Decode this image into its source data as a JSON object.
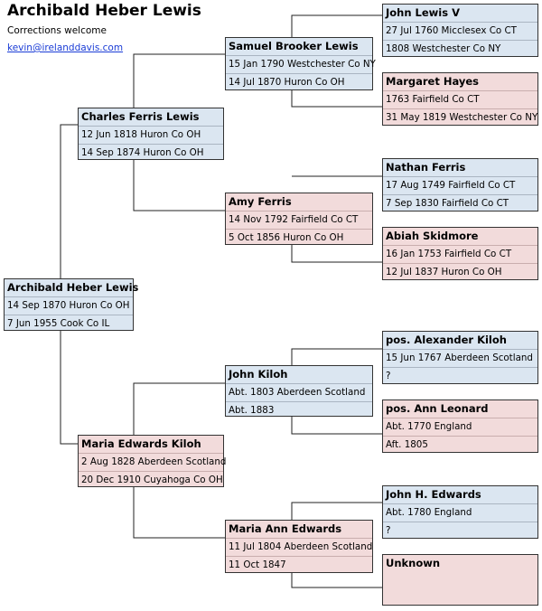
{
  "header": {
    "title": "Archibald Heber Lewis",
    "subtitle": "Corrections welcome",
    "email": "kevin@irelanddavis.com"
  },
  "people": {
    "p1": {
      "name": "Archibald Heber Lewis",
      "birth": "14 Sep 1870 Huron Co OH",
      "death": "7 Jun 1955 Cook Co IL",
      "sex": "male"
    },
    "p2": {
      "name": "Charles Ferris Lewis",
      "birth": "12 Jun 1818 Huron Co OH",
      "death": "14 Sep 1874 Huron Co OH",
      "sex": "male"
    },
    "p3": {
      "name": "Maria Edwards Kiloh",
      "birth": "2 Aug 1828 Aberdeen Scotland",
      "death": "20 Dec 1910 Cuyahoga Co OH",
      "sex": "female"
    },
    "p4": {
      "name": "Samuel Brooker Lewis",
      "birth": "15 Jan 1790 Westchester Co NY",
      "death": "14 Jul 1870 Huron Co OH",
      "sex": "male"
    },
    "p5": {
      "name": "Amy Ferris",
      "birth": "14 Nov 1792 Fairfield Co CT",
      "death": "5 Oct 1856 Huron Co OH",
      "sex": "female"
    },
    "p6": {
      "name": "John Kiloh",
      "birth": "Abt. 1803 Aberdeen Scotland",
      "death": "Abt. 1883",
      "sex": "male"
    },
    "p7": {
      "name": "Maria Ann Edwards",
      "birth": "11 Jul 1804 Aberdeen Scotland",
      "death": "11 Oct 1847",
      "sex": "female"
    },
    "p8": {
      "name": "John Lewis V",
      "birth": "27 Jul 1760 Micclesex Co CT",
      "death": "1808 Westchester Co NY",
      "sex": "male"
    },
    "p9": {
      "name": "Margaret Hayes",
      "birth": "1763 Fairfield Co CT",
      "death": "31 May 1819 Westchester Co NY",
      "sex": "female"
    },
    "p10": {
      "name": "Nathan Ferris",
      "birth": "17 Aug 1749 Fairfield Co CT",
      "death": "7 Sep 1830 Fairfield Co CT",
      "sex": "male"
    },
    "p11": {
      "name": "Abiah Skidmore",
      "birth": "16 Jan 1753 Fairfield Co CT",
      "death": "12 Jul 1837 Huron Co OH",
      "sex": "female"
    },
    "p12": {
      "name": "pos. Alexander Kiloh",
      "birth": "15 Jun 1767 Aberdeen Scotland",
      "death": "?",
      "sex": "male"
    },
    "p13": {
      "name": "pos. Ann Leonard",
      "birth": "Abt. 1770 England",
      "death": "Aft. 1805",
      "sex": "female"
    },
    "p14": {
      "name": "John H. Edwards",
      "birth": "Abt. 1780 England",
      "death": "?",
      "sex": "male"
    },
    "p15": {
      "name": "Unknown",
      "birth": "",
      "death": "",
      "sex": "female"
    }
  },
  "colors": {
    "male": "#dbe6f1",
    "female": "#f2dbdb",
    "border": "#333333",
    "link": "#1a3cd6"
  }
}
